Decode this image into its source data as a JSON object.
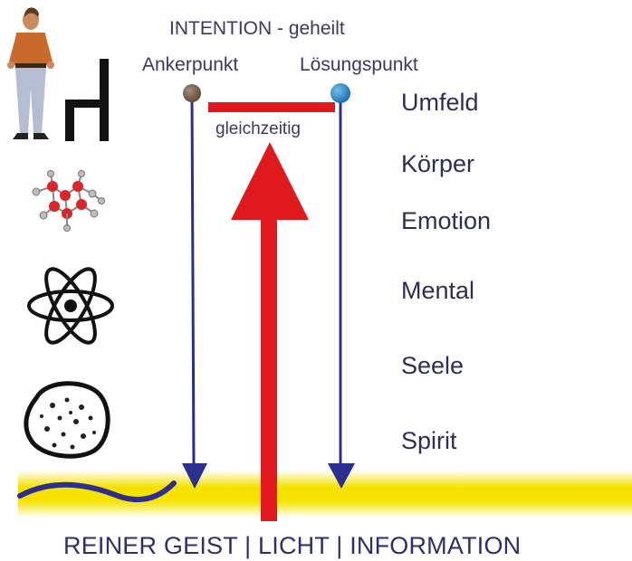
{
  "header": {
    "intention": "INTENTION - geheilt",
    "anchor": "Ankerpunkt",
    "solution": "Lösungspunkt",
    "simultaneous": "gleichzeitig"
  },
  "levels": [
    "Umfeld",
    "Körper",
    "Emotion",
    "Mental",
    "Seele",
    "Spirit"
  ],
  "footer": "REINER GEIST | LICHT | INFORMATION",
  "icons": [
    "person-icon",
    "chair-icon",
    "molecule-icon",
    "atom-icon",
    "cell-icon",
    "wave-icon"
  ],
  "colors": {
    "arrow_red": "#e0191c",
    "arrow_blue": "#2c2f8f",
    "light_band": "#f5e200",
    "anchor_dot": "#7a6250",
    "solution_dot": "#2a8fd0"
  }
}
